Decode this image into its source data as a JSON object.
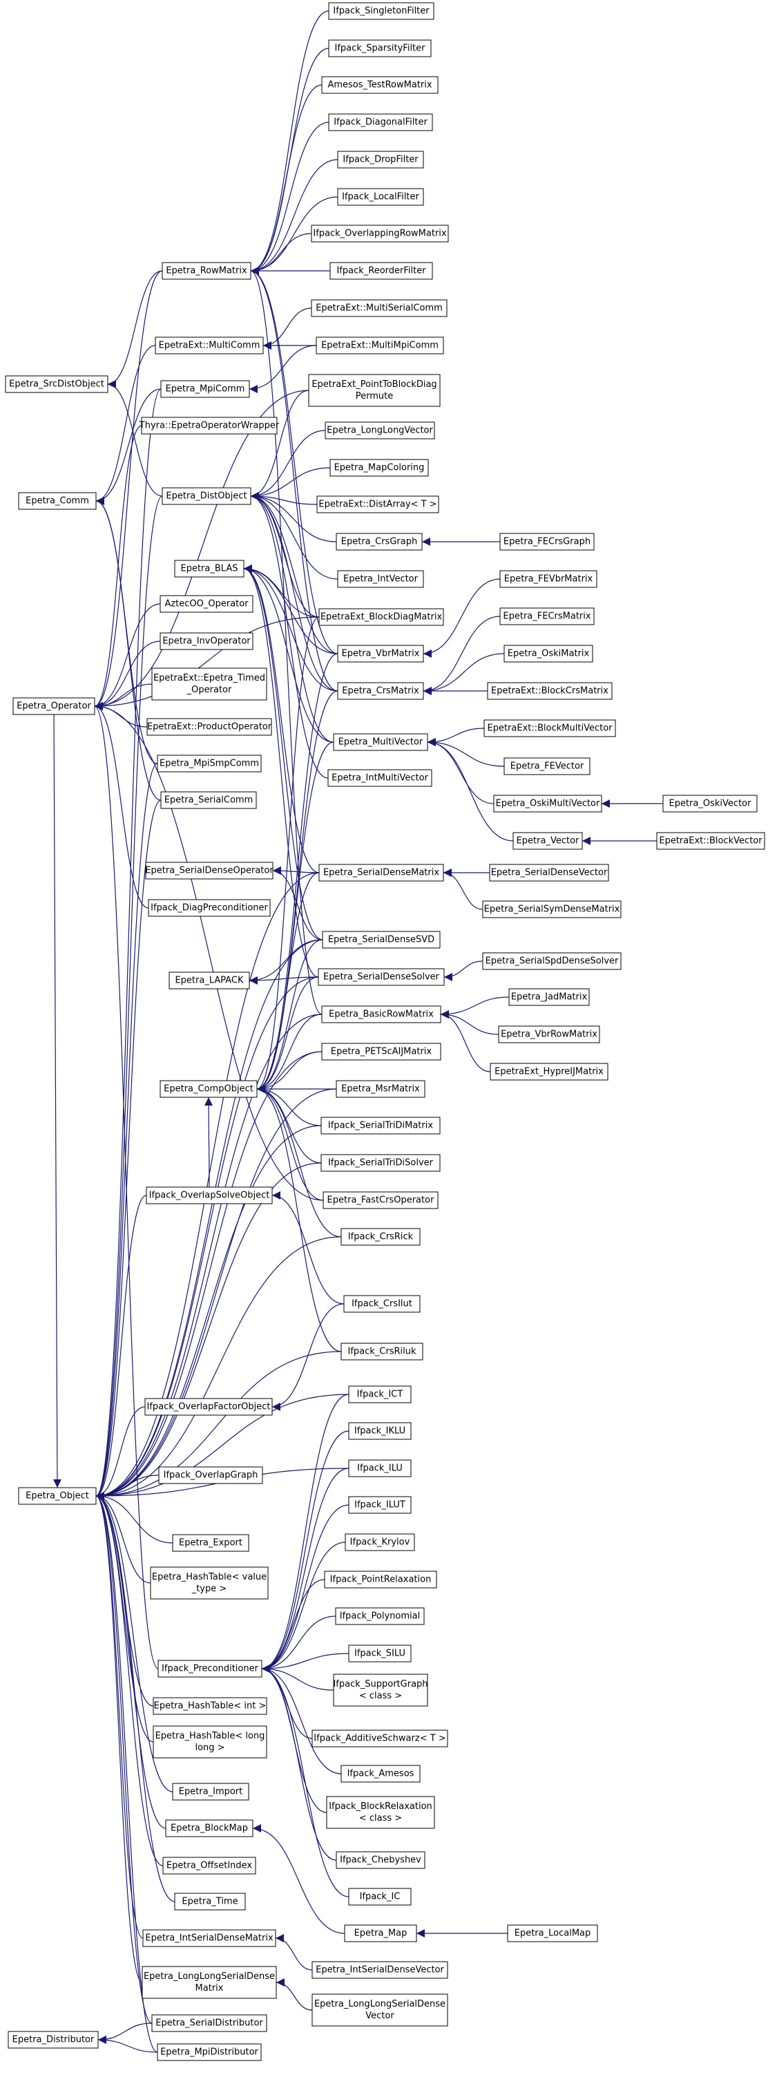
{
  "diagram": {
    "edge_color": "#191970",
    "node_border_color": "#000000",
    "nodes": [
      {
        "id": "ifpack_singleton_filter",
        "label": [
          "Ifpack_SingletonFilter"
        ]
      },
      {
        "id": "ifpack_sparsity_filter",
        "label": [
          "Ifpack_SparsityFilter"
        ]
      },
      {
        "id": "amesos_test_row_matrix",
        "label": [
          "Amesos_TestRowMatrix"
        ]
      },
      {
        "id": "ifpack_diagonal_filter",
        "label": [
          "Ifpack_DiagonalFilter"
        ]
      },
      {
        "id": "ifpack_drop_filter",
        "label": [
          "Ifpack_DropFilter"
        ]
      },
      {
        "id": "ifpack_local_filter",
        "label": [
          "Ifpack_LocalFilter"
        ]
      },
      {
        "id": "ifpack_overlapping_row_matrix",
        "label": [
          "Ifpack_OverlappingRowMatrix"
        ]
      },
      {
        "id": "epetra_row_matrix",
        "label": [
          "Epetra_RowMatrix"
        ]
      },
      {
        "id": "ifpack_reorder_filter",
        "label": [
          "Ifpack_ReorderFilter"
        ]
      },
      {
        "id": "epetraext_multi_serial_comm",
        "label": [
          "EpetraExt::MultiSerialComm"
        ]
      },
      {
        "id": "epetraext_multi_comm",
        "label": [
          "EpetraExt::MultiComm"
        ]
      },
      {
        "id": "epetraext_multi_mpi_comm",
        "label": [
          "EpetraExt::MultiMpiComm"
        ]
      },
      {
        "id": "epetra_src_dist_object",
        "label": [
          "Epetra_SrcDistObject"
        ]
      },
      {
        "id": "epetra_mpi_comm",
        "label": [
          "Epetra_MpiComm"
        ]
      },
      {
        "id": "epetraext_point_to_block_diag_permute",
        "label": [
          "EpetraExt_PointToBlockDiag",
          "Permute"
        ]
      },
      {
        "id": "thyra_epetra_operator_wrapper",
        "label": [
          "Thyra::EpetraOperatorWrapper"
        ]
      },
      {
        "id": "epetra_long_long_vector",
        "label": [
          "Epetra_LongLongVector"
        ]
      },
      {
        "id": "epetra_comm",
        "label": [
          "Epetra_Comm"
        ]
      },
      {
        "id": "epetra_map_coloring",
        "label": [
          "Epetra_MapColoring"
        ]
      },
      {
        "id": "epetra_dist_object",
        "label": [
          "Epetra_DistObject"
        ]
      },
      {
        "id": "epetraext_dist_array",
        "label": [
          "EpetraExt::DistArray< T >"
        ]
      },
      {
        "id": "epetra_crs_graph",
        "label": [
          "Epetra_CrsGraph"
        ]
      },
      {
        "id": "epetra_fe_crs_graph",
        "label": [
          "Epetra_FECrsGraph"
        ]
      },
      {
        "id": "epetra_int_vector",
        "label": [
          "Epetra_IntVector"
        ]
      },
      {
        "id": "epetra_blas",
        "label": [
          "Epetra_BLAS"
        ]
      },
      {
        "id": "epetra_fe_vbr_matrix",
        "label": [
          "Epetra_FEVbrMatrix"
        ]
      },
      {
        "id": "aztecoo_operator",
        "label": [
          "AztecOO_Operator"
        ]
      },
      {
        "id": "epetraext_block_diag_matrix",
        "label": [
          "EpetraExt_BlockDiagMatrix"
        ]
      },
      {
        "id": "epetra_fe_crs_matrix",
        "label": [
          "Epetra_FECrsMatrix"
        ]
      },
      {
        "id": "epetra_inv_operator",
        "label": [
          "Epetra_InvOperator"
        ]
      },
      {
        "id": "epetra_vbr_matrix",
        "label": [
          "Epetra_VbrMatrix"
        ]
      },
      {
        "id": "epetra_oski_matrix",
        "label": [
          "Epetra_OskiMatrix"
        ]
      },
      {
        "id": "epetraext_epetra_timed_operator",
        "label": [
          "EpetraExt::Epetra_Timed",
          "_Operator"
        ]
      },
      {
        "id": "epetra_crs_matrix",
        "label": [
          "Epetra_CrsMatrix"
        ]
      },
      {
        "id": "epetraext_block_crs_matrix",
        "label": [
          "EpetraExt::BlockCrsMatrix"
        ]
      },
      {
        "id": "epetra_operator",
        "label": [
          "Epetra_Operator"
        ]
      },
      {
        "id": "epetraext_product_operator",
        "label": [
          "EpetraExt::ProductOperator"
        ]
      },
      {
        "id": "epetra_multi_vector",
        "label": [
          "Epetra_MultiVector"
        ]
      },
      {
        "id": "epetraext_block_multi_vector",
        "label": [
          "EpetraExt::BlockMultiVector"
        ]
      },
      {
        "id": "epetra_mpi_smp_comm",
        "label": [
          "Epetra_MpiSmpComm"
        ]
      },
      {
        "id": "epetra_int_multi_vector",
        "label": [
          "Epetra_IntMultiVector"
        ]
      },
      {
        "id": "epetra_fe_vector",
        "label": [
          "Epetra_FEVector"
        ]
      },
      {
        "id": "epetra_serial_comm",
        "label": [
          "Epetra_SerialComm"
        ]
      },
      {
        "id": "epetra_oski_multi_vector",
        "label": [
          "Epetra_OskiMultiVector"
        ]
      },
      {
        "id": "epetra_oski_vector",
        "label": [
          "Epetra_OskiVector"
        ]
      },
      {
        "id": "epetra_vector",
        "label": [
          "Epetra_Vector"
        ]
      },
      {
        "id": "epetraext_block_vector",
        "label": [
          "EpetraExt::BlockVector"
        ]
      },
      {
        "id": "epetra_serial_dense_operator",
        "label": [
          "Epetra_SerialDenseOperator"
        ]
      },
      {
        "id": "epetra_serial_dense_matrix",
        "label": [
          "Epetra_SerialDenseMatrix"
        ]
      },
      {
        "id": "epetra_serial_dense_vector",
        "label": [
          "Epetra_SerialDenseVector"
        ]
      },
      {
        "id": "ifpack_diag_preconditioner",
        "label": [
          "Ifpack_DiagPreconditioner"
        ]
      },
      {
        "id": "epetra_serial_sym_dense_matrix",
        "label": [
          "Epetra_SerialSymDenseMatrix"
        ]
      },
      {
        "id": "epetra_serial_dense_svd",
        "label": [
          "Epetra_SerialDenseSVD"
        ]
      },
      {
        "id": "epetra_serial_spd_dense_solver",
        "label": [
          "Epetra_SerialSpdDenseSolver"
        ]
      },
      {
        "id": "epetra_lapack",
        "label": [
          "Epetra_LAPACK"
        ]
      },
      {
        "id": "epetra_serial_dense_solver",
        "label": [
          "Epetra_SerialDenseSolver"
        ]
      },
      {
        "id": "epetra_jad_matrix",
        "label": [
          "Epetra_JadMatrix"
        ]
      },
      {
        "id": "epetra_basic_row_matrix",
        "label": [
          "Epetra_BasicRowMatrix"
        ]
      },
      {
        "id": "epetra_vbr_row_matrix",
        "label": [
          "Epetra_VbrRowMatrix"
        ]
      },
      {
        "id": "epetra_petsc_aij_matrix",
        "label": [
          "Epetra_PETScAIJMatrix"
        ]
      },
      {
        "id": "epetraext_hypre_ij_matrix",
        "label": [
          "EpetraExt_HypreIJMatrix"
        ]
      },
      {
        "id": "epetra_comp_object",
        "label": [
          "Epetra_CompObject"
        ]
      },
      {
        "id": "epetra_msr_matrix",
        "label": [
          "Epetra_MsrMatrix"
        ]
      },
      {
        "id": "ifpack_serial_tri_di_matrix",
        "label": [
          "Ifpack_SerialTriDiMatrix"
        ]
      },
      {
        "id": "ifpack_serial_tri_di_solver",
        "label": [
          "Ifpack_SerialTriDiSolver"
        ]
      },
      {
        "id": "ifpack_overlap_solve_object",
        "label": [
          "Ifpack_OverlapSolveObject"
        ]
      },
      {
        "id": "epetra_fast_crs_operator",
        "label": [
          "Epetra_FastCrsOperator"
        ]
      },
      {
        "id": "ifpack_crs_rick",
        "label": [
          "Ifpack_CrsRick"
        ]
      },
      {
        "id": "ifpack_crs_ilut",
        "label": [
          "Ifpack_CrsIlut"
        ]
      },
      {
        "id": "ifpack_crs_riluk",
        "label": [
          "Ifpack_CrsRiluk"
        ]
      },
      {
        "id": "ifpack_overlap_factor_object",
        "label": [
          "Ifpack_OverlapFactorObject"
        ]
      },
      {
        "id": "ifpack_ict",
        "label": [
          "Ifpack_ICT"
        ]
      },
      {
        "id": "ifpack_iklu",
        "label": [
          "Ifpack_IKLU"
        ]
      },
      {
        "id": "ifpack_overlap_graph",
        "label": [
          "Ifpack_OverlapGraph"
        ]
      },
      {
        "id": "ifpack_ilu",
        "label": [
          "Ifpack_ILU"
        ]
      },
      {
        "id": "epetra_object",
        "label": [
          "Epetra_Object"
        ]
      },
      {
        "id": "ifpack_ilut",
        "label": [
          "Ifpack_ILUT"
        ]
      },
      {
        "id": "epetra_export",
        "label": [
          "Epetra_Export"
        ]
      },
      {
        "id": "ifpack_krylov",
        "label": [
          "Ifpack_Krylov"
        ]
      },
      {
        "id": "epetra_hash_table_value_type",
        "label": [
          "Epetra_HashTable< value",
          "_type >"
        ]
      },
      {
        "id": "ifpack_point_relaxation",
        "label": [
          "Ifpack_PointRelaxation"
        ]
      },
      {
        "id": "ifpack_polynomial",
        "label": [
          "Ifpack_Polynomial"
        ]
      },
      {
        "id": "ifpack_preconditioner",
        "label": [
          "Ifpack_Preconditioner"
        ]
      },
      {
        "id": "ifpack_silu",
        "label": [
          "Ifpack_SILU"
        ]
      },
      {
        "id": "epetra_hash_table_int",
        "label": [
          "Epetra_HashTable< int >"
        ]
      },
      {
        "id": "ifpack_support_graph",
        "label": [
          "Ifpack_SupportGraph",
          "< class >"
        ]
      },
      {
        "id": "epetra_hash_table_long_long",
        "label": [
          "Epetra_HashTable< long",
          "long >"
        ]
      },
      {
        "id": "ifpack_additive_schwarz",
        "label": [
          "Ifpack_AdditiveSchwarz< T >"
        ]
      },
      {
        "id": "ifpack_amesos",
        "label": [
          "Ifpack_Amesos"
        ]
      },
      {
        "id": "epetra_import",
        "label": [
          "Epetra_Import"
        ]
      },
      {
        "id": "ifpack_block_relaxation",
        "label": [
          "Ifpack_BlockRelaxation",
          "< class >"
        ]
      },
      {
        "id": "epetra_block_map",
        "label": [
          "Epetra_BlockMap"
        ]
      },
      {
        "id": "epetra_offset_index",
        "label": [
          "Epetra_OffsetIndex"
        ]
      },
      {
        "id": "ifpack_chebyshev",
        "label": [
          "Ifpack_Chebyshev"
        ]
      },
      {
        "id": "ifpack_ic",
        "label": [
          "Ifpack_IC"
        ]
      },
      {
        "id": "epetra_time",
        "label": [
          "Epetra_Time"
        ]
      },
      {
        "id": "epetra_map",
        "label": [
          "Epetra_Map"
        ]
      },
      {
        "id": "epetra_local_map",
        "label": [
          "Epetra_LocalMap"
        ]
      },
      {
        "id": "epetra_int_serial_dense_matrix",
        "label": [
          "Epetra_IntSerialDenseMatrix"
        ]
      },
      {
        "id": "epetra_int_serial_dense_vector",
        "label": [
          "Epetra_IntSerialDenseVector"
        ]
      },
      {
        "id": "epetra_long_long_serial_dense_matrix",
        "label": [
          "Epetra_LongLongSerialDense",
          "Matrix"
        ]
      },
      {
        "id": "epetra_long_long_serial_dense_vector",
        "label": [
          "Epetra_LongLongSerialDense",
          "Vector"
        ]
      },
      {
        "id": "epetra_serial_distributor",
        "label": [
          "Epetra_SerialDistributor"
        ]
      },
      {
        "id": "epetra_distributor",
        "label": [
          "Epetra_Distributor"
        ]
      },
      {
        "id": "epetra_mpi_distributor",
        "label": [
          "Epetra_MpiDistributor"
        ]
      }
    ]
  }
}
